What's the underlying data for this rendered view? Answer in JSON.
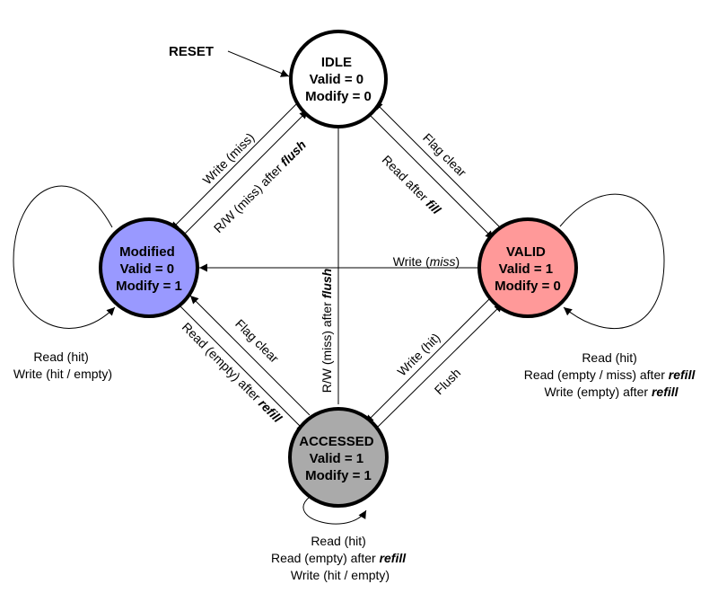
{
  "states": {
    "idle": {
      "name": "IDLE",
      "line2": "Valid = 0",
      "line3": "Modify = 0",
      "fill": "#ffffff"
    },
    "modified": {
      "name": "Modified",
      "line2": "Valid = 0",
      "line3": "Modify = 1",
      "fill": "#9999ff"
    },
    "valid": {
      "name": "VALID",
      "line2": "Valid = 1",
      "line3": "Modify = 0",
      "fill": "#ff9999"
    },
    "accessed": {
      "name": "ACCESSED",
      "line2": "Valid = 1",
      "line3": "Modify = 1",
      "fill": "#aaaaaa"
    }
  },
  "reset": {
    "label": "RESET"
  },
  "edges": {
    "idle_to_modified": {
      "pre": "Write (miss)",
      "em": ""
    },
    "modified_to_idle": {
      "pre": "R/W (miss) after ",
      "em": "flush"
    },
    "idle_to_valid": {
      "pre": "Read after ",
      "em": "fill"
    },
    "valid_to_idle": {
      "pre": "Flag clear",
      "em": ""
    },
    "valid_to_modified": {
      "pre": "Write (",
      "em": "miss",
      "post": ")"
    },
    "accessed_to_idle": {
      "pre": "R/W (miss) after ",
      "em": "flush"
    },
    "modified_to_accessed": {
      "pre": "Read (empty) after ",
      "em": "refill"
    },
    "accessed_to_modified": {
      "pre": "Flag clear",
      "em": ""
    },
    "valid_to_accessed": {
      "pre": "Write (hit)",
      "em": ""
    },
    "accessed_to_valid": {
      "pre": "Flush",
      "em": ""
    }
  },
  "self_loops": {
    "modified": {
      "line1": "Read (hit)",
      "line2": "Write (hit / empty)"
    },
    "valid": {
      "line1": "Read (hit)",
      "line2_pre": "Read (empty / miss) after ",
      "line2_em": "refill",
      "line3_pre": "Write (empty) after ",
      "line3_em": "refill"
    },
    "accessed": {
      "line1": "Read (hit)",
      "line2_pre": "Read (empty)  after ",
      "line2_em": "refill",
      "line3": "Write (hit / empty)"
    }
  }
}
